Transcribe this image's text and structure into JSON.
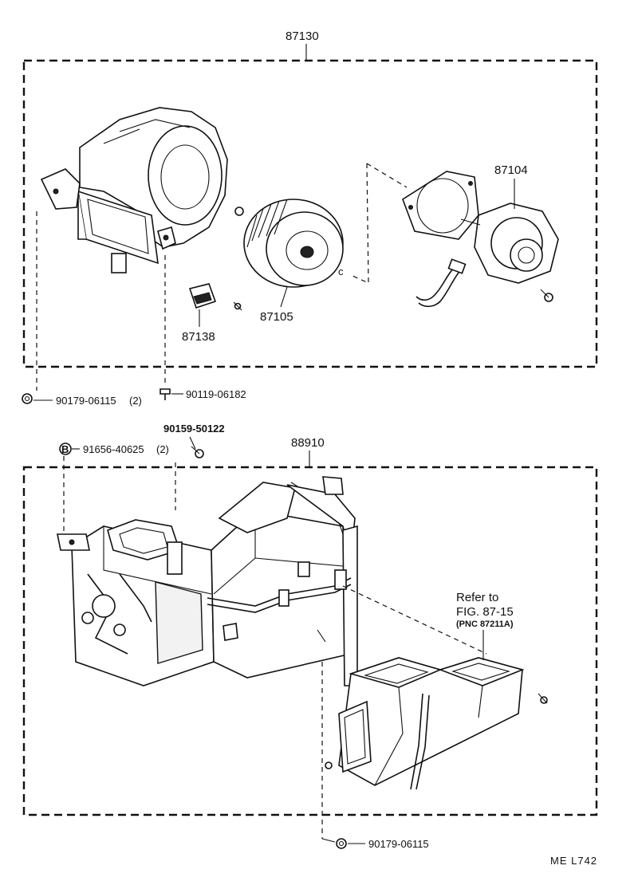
{
  "diagram": {
    "upper_assembly": {
      "part_number": "87130",
      "parts": [
        {
          "id": "blower-motor",
          "number": "87104"
        },
        {
          "id": "fan",
          "number": "87105"
        },
        {
          "id": "resistor",
          "number": "87138"
        }
      ],
      "fasteners": [
        {
          "id": "nut-left",
          "number": "90179-06115",
          "qty": "(2)"
        },
        {
          "id": "screw-center",
          "number": "90119-06182"
        }
      ]
    },
    "middle_fasteners": [
      {
        "id": "screw-top",
        "number": "90159-50122"
      },
      {
        "id": "bolt-b",
        "number": "91656-40625",
        "qty": "(2)",
        "symbol": "B"
      }
    ],
    "lower_assembly": {
      "part_number": "88910",
      "reference": {
        "line1": "Refer to",
        "line2": "FIG. 87-15",
        "line3": "(PNC 87211A)"
      },
      "fasteners": [
        {
          "id": "nut-bottom",
          "number": "90179-06115"
        }
      ]
    },
    "figure_code": "ME L742"
  }
}
